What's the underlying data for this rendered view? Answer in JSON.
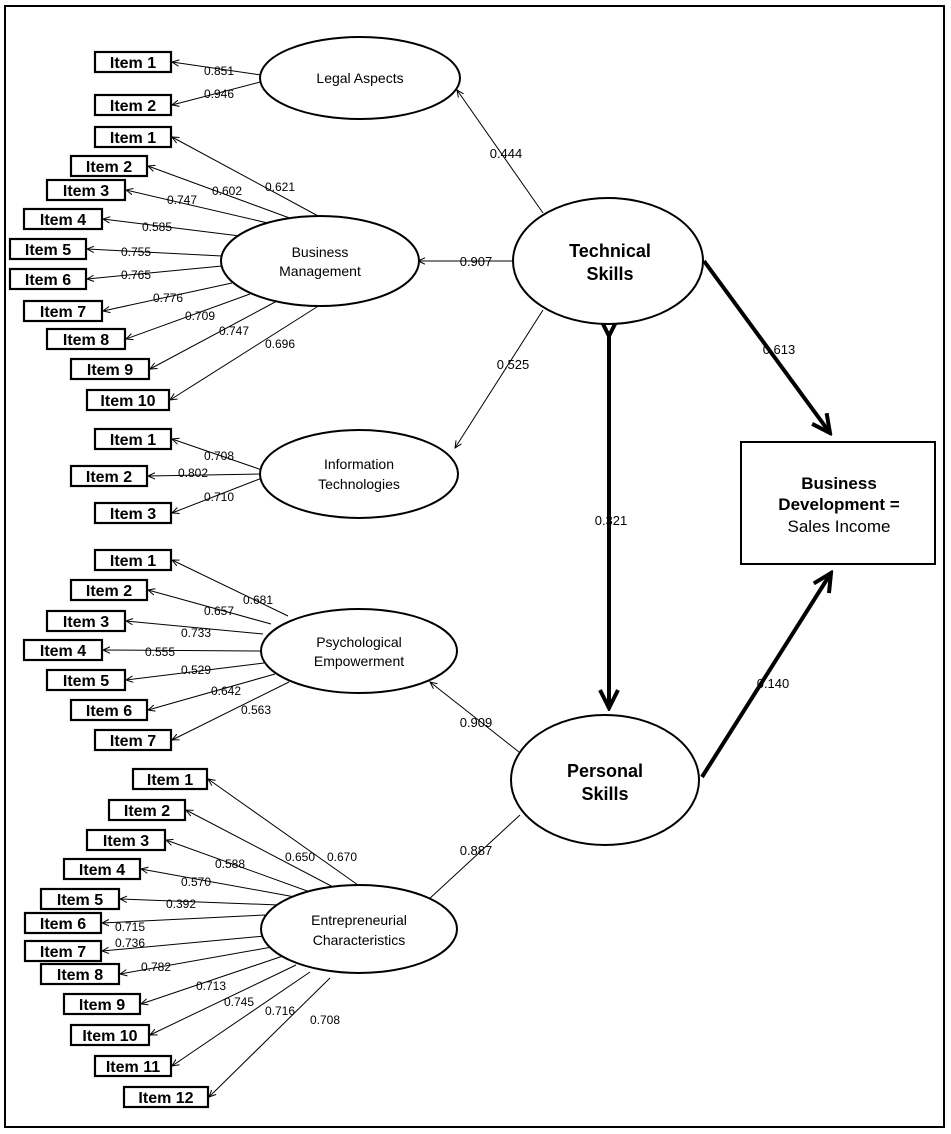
{
  "constructs": {
    "legal": {
      "label": "Legal Aspects"
    },
    "business_management": {
      "line1": "Business",
      "line2": "Management"
    },
    "information_technologies": {
      "line1": "Information",
      "line2": "Technologies"
    },
    "psychological_empowerment": {
      "line1": "Psychological",
      "line2": "Empowerment"
    },
    "entrepreneurial_characteristics": {
      "line1": "Entrepreneurial",
      "line2": "Characteristics"
    },
    "technical_skills": {
      "line1": "Technical",
      "line2": "Skills"
    },
    "personal_skills": {
      "line1": "Personal",
      "line2": "Skills"
    }
  },
  "outcome": {
    "line1": "Business",
    "line2": "Development =",
    "line3": "Sales Income"
  },
  "blocks": [
    {
      "id": "legal",
      "items": [
        {
          "label": "Item 1",
          "loading": "0.851"
        },
        {
          "label": "Item 2",
          "loading": "0.946"
        }
      ]
    },
    {
      "id": "business_management",
      "items": [
        {
          "label": "Item 1",
          "loading": "0.621"
        },
        {
          "label": "Item 2",
          "loading": "0.602"
        },
        {
          "label": "Item 3",
          "loading": "0.747"
        },
        {
          "label": "Item 4",
          "loading": "0.585"
        },
        {
          "label": "Item 5",
          "loading": "0.755"
        },
        {
          "label": "Item 6",
          "loading": "0.765"
        },
        {
          "label": "Item 7",
          "loading": "0.776"
        },
        {
          "label": "Item 8",
          "loading": "0.709"
        },
        {
          "label": "Item 9",
          "loading": "0.747"
        },
        {
          "label": "Item 10",
          "loading": "0.696"
        }
      ]
    },
    {
      "id": "information_technologies",
      "items": [
        {
          "label": "Item 1",
          "loading": "0.708"
        },
        {
          "label": "Item 2",
          "loading": "0.802"
        },
        {
          "label": "Item 3",
          "loading": "0.710"
        }
      ]
    },
    {
      "id": "psychological_empowerment",
      "items": [
        {
          "label": "Item 1",
          "loading": "0.681"
        },
        {
          "label": "Item 2",
          "loading": "0.657"
        },
        {
          "label": "Item 3",
          "loading": "0.733"
        },
        {
          "label": "Item 4",
          "loading": "0.555"
        },
        {
          "label": "Item 5",
          "loading": "0.529"
        },
        {
          "label": "Item 6",
          "loading": "0.642"
        },
        {
          "label": "Item 7",
          "loading": "0.563"
        }
      ]
    },
    {
      "id": "entrepreneurial_characteristics",
      "items": [
        {
          "label": "Item 1",
          "loading": "0.670"
        },
        {
          "label": "Item 2",
          "loading": "0.650"
        },
        {
          "label": "Item 3",
          "loading": "0.588"
        },
        {
          "label": "Item 4",
          "loading": "0.570"
        },
        {
          "label": "Item 5",
          "loading": "0.392"
        },
        {
          "label": "Item 6",
          "loading": "0.715"
        },
        {
          "label": "Item 7",
          "loading": "0.736"
        },
        {
          "label": "Item 8",
          "loading": "0.782"
        },
        {
          "label": "Item 9",
          "loading": "0.713"
        },
        {
          "label": "Item 10",
          "loading": "0.745"
        },
        {
          "label": "Item 11",
          "loading": "0.716"
        },
        {
          "label": "Item 12",
          "loading": "0.708"
        }
      ]
    }
  ],
  "paths": {
    "technical_to_legal": "0.444",
    "technical_to_business_management": "0.907",
    "technical_to_information_technologies": "0.525",
    "personal_to_psychological_empowerment": "0.909",
    "personal_to_entrepreneurial_characteristics": "0.887",
    "technical_personal_correlation": "0.321",
    "technical_to_outcome": "0.613",
    "personal_to_outcome": "0.140"
  }
}
